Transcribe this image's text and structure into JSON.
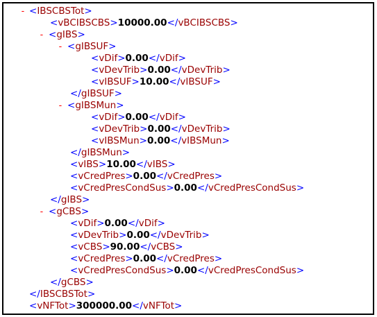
{
  "colors": {
    "punctuation": "#0000ff",
    "tag_name": "#990000",
    "value": "#000000",
    "toggle": "#ff0000",
    "border": "#000000"
  },
  "toggle_symbol": "-",
  "lines": [
    {
      "toggle": true,
      "level": 0,
      "kind": "open",
      "tag": "IBSCBSTot"
    },
    {
      "toggle": false,
      "level": 1,
      "kind": "leaf",
      "tag": "vBCIBSCBS",
      "value": "10000.00"
    },
    {
      "toggle": true,
      "level": 1,
      "kind": "open",
      "tag": "gIBS"
    },
    {
      "toggle": true,
      "level": 2,
      "kind": "open",
      "tag": "gIBSUF"
    },
    {
      "toggle": false,
      "level": 3,
      "kind": "leaf",
      "tag": "vDif",
      "value": "0.00"
    },
    {
      "toggle": false,
      "level": 3,
      "kind": "leaf",
      "tag": "vDevTrib",
      "value": "0.00"
    },
    {
      "toggle": false,
      "level": 3,
      "kind": "leaf",
      "tag": "vIBSUF",
      "value": "10.00"
    },
    {
      "toggle": false,
      "level": 2,
      "kind": "close",
      "tag": "gIBSUF"
    },
    {
      "toggle": true,
      "level": 2,
      "kind": "open",
      "tag": "gIBSMun"
    },
    {
      "toggle": false,
      "level": 3,
      "kind": "leaf",
      "tag": "vDif",
      "value": "0.00"
    },
    {
      "toggle": false,
      "level": 3,
      "kind": "leaf",
      "tag": "vDevTrib",
      "value": "0.00"
    },
    {
      "toggle": false,
      "level": 3,
      "kind": "leaf",
      "tag": "vIBSMun",
      "value": "0.00"
    },
    {
      "toggle": false,
      "level": 2,
      "kind": "close",
      "tag": "gIBSMun"
    },
    {
      "toggle": false,
      "level": 2,
      "kind": "leaf",
      "tag": "vIBS",
      "value": "10.00"
    },
    {
      "toggle": false,
      "level": 2,
      "kind": "leaf",
      "tag": "vCredPres",
      "value": "0.00"
    },
    {
      "toggle": false,
      "level": 2,
      "kind": "leaf",
      "tag": "vCredPresCondSus",
      "value": "0.00"
    },
    {
      "toggle": false,
      "level": 1,
      "kind": "close",
      "tag": "gIBS"
    },
    {
      "toggle": true,
      "level": 1,
      "kind": "open",
      "tag": "gCBS"
    },
    {
      "toggle": false,
      "level": 2,
      "kind": "leaf",
      "tag": "vDif",
      "value": "0.00"
    },
    {
      "toggle": false,
      "level": 2,
      "kind": "leaf",
      "tag": "vDevTrib",
      "value": "0.00"
    },
    {
      "toggle": false,
      "level": 2,
      "kind": "leaf",
      "tag": "vCBS",
      "value": "90.00"
    },
    {
      "toggle": false,
      "level": 2,
      "kind": "leaf",
      "tag": "vCredPres",
      "value": "0.00"
    },
    {
      "toggle": false,
      "level": 2,
      "kind": "leaf",
      "tag": "vCredPresCondSus",
      "value": "0.00"
    },
    {
      "toggle": false,
      "level": 1,
      "kind": "close",
      "tag": "gCBS"
    },
    {
      "toggle": false,
      "level": 0,
      "kind": "close",
      "tag": "IBSCBSTot"
    },
    {
      "toggle": false,
      "level": 0,
      "kind": "leaf",
      "tag": "vNFTot",
      "value": "300000.00"
    }
  ]
}
